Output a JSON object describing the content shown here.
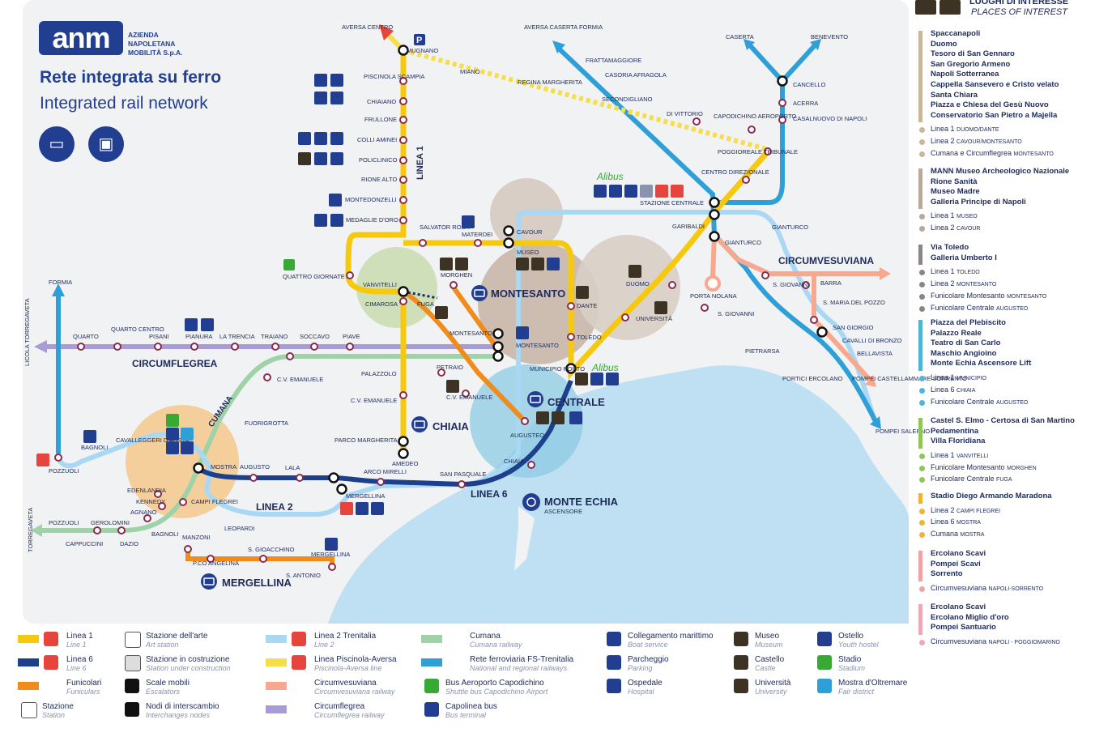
{
  "brand": {
    "logo_text": "anm",
    "company_lines": [
      "AZIENDA",
      "NAPOLETANA",
      "MOBILITÀ S.p.A."
    ],
    "title": "Rete integrata su ferro",
    "subtitle": "Integrated rail network"
  },
  "colors": {
    "linea1": "#f6c90e",
    "linea2": "#a9d8f4",
    "linea6": "#1d3f8c",
    "funicolari": "#ef8c1c",
    "cumana": "#9fd3a7",
    "circumflegrea": "#a99bd6",
    "circumvesuviana": "#f7a88e",
    "trenitalia": "#2f9fd8",
    "piscinola_aversa": "#f6de4b",
    "sea": "#bfe0f2",
    "land": "#f1f2f4"
  },
  "line_labels": {
    "linea1": "LINEA 1",
    "linea2": "LINEA 2",
    "linea6": "LINEA 6",
    "cumana": "CUMANA",
    "circumflegrea": "CIRCUMFLEGREA",
    "circumvesuviana": "CIRCUMVESUVIANA"
  },
  "hubs": {
    "montesanto": "MONTESANTO",
    "centrale": "CENTRALE",
    "chiaia": "CHIAIA",
    "mergellina": "MERGELLINA",
    "monte_echia": "MONTE ECHIA",
    "monte_echia_sub": "ASCENSORE"
  },
  "stations": {
    "aversa_centro": "AVERSA CENTRO",
    "mugnano": "MUGNANO",
    "piscinola": "PISCINOLA SCAMPIA",
    "chiaiano": "CHIAIANO",
    "frullone": "FRULLONE",
    "colli_aminei": "COLLI AMINEI",
    "policlinico": "POLICLINICO",
    "rione_alto": "RIONE ALTO",
    "montedonzelli": "MONTEDONZELLI",
    "medaglie_oro": "MEDAGLIE D'ORO",
    "salvator_rosa": "SALVATOR ROSA",
    "materdei": "MATERDEI",
    "cavour": "CAVOUR",
    "museo": "MUSEO",
    "vanvitelli": "VANVITELLI",
    "cimarosa": "CIMAROSA",
    "fuga": "FUGA",
    "morghen": "MORGHEN",
    "dante": "DANTE",
    "toledo": "TOLEDO",
    "municipio": "MUNICIPIO PORTO",
    "universita": "UNIVERSITÀ",
    "duomo": "DUOMO",
    "garibaldi": "GARIBALDI",
    "gianturco_l1": "GIANTURCO",
    "poggioreale": "POGGIOREALE TRIBUNALE",
    "centro_direzionale": "CENTRO DIREZIONALE",
    "capodichino": "CAPODICHINO AEROPORTO",
    "di_vittorio": "DI VITTORIO",
    "stazione_centrale": "STAZIONE CENTRALE",
    "miano": "MIANO",
    "regina_margherita": "REGINA MARGHERITA",
    "secondigliano": "SECONDIGLIANO",
    "aversa_caserta": "AVERSA CASERTA FORMIA",
    "frattamaggiore": "FRATTAMAGGIORE",
    "casoria": "CASORIA AFRAGOLA",
    "caserta": "CASERTA",
    "benevento": "BENEVENTO",
    "cancello": "CANCELLO",
    "acerra": "ACERRA",
    "casalnuovo": "CASALNUOVO DI NAPOLI",
    "gianturco": "GIANTURCO",
    "porta_nolana": "PORTA NOLANA",
    "s_giovanni": "S. GIOVANNI",
    "s_giovanni_barra": "S. GIOVANNI",
    "barra": "BARRA",
    "s_maria_pozzo": "S. MARIA DEL POZZO",
    "san_giorgio": "SAN GIORGIO",
    "cavalli_bronzo": "CAVALLI DI BRONZO",
    "bellavista": "BELLAVISTA",
    "pietrarsa": "PIETRARSA",
    "portici": "PORTICI ERCOLANO",
    "pompei_sorrento": "POMPEI CASTELLAMMARE SORRENTO",
    "pompei_salerno": "POMPEI SALERNO",
    "formia": "FORMIA",
    "licola": "LICOLA TORREGAVETA",
    "quarto": "QUARTO",
    "quarto_centro": "QUARTO CENTRO",
    "pisani": "PISANI",
    "pianura": "PIANURA",
    "la_trencia": "LA TRENCIA",
    "traiano": "TRAIANO",
    "soccavo": "SOCCAVO",
    "piave": "PIAVE",
    "quattro_giornate": "QUATTRO GIORNATE",
    "cv_emanuele_cum": "C.V. EMANUELE",
    "fuorigrotta": "FUORIGROTTA",
    "mostra": "MOSTRA",
    "augusto": "AUGUSTO",
    "lala": "LALA",
    "cavalleggeri": "CAVALLEGGERI D'AOSTA",
    "bagnoli": "BAGNOLI",
    "edenlandia": "EDENLANDIA",
    "kennedy": "KENNEDY",
    "agnano": "AGNANO",
    "campi_flegrei": "CAMPI FLEGREI",
    "leopardi": "LEOPARDI",
    "arco_mirelli": "ARCO MIRELLI",
    "mergellina": "MERGELLINA",
    "san_pasquale": "SAN PASQUALE",
    "chiaia": "CHIAIA",
    "augusteo": "AUGUSTEO",
    "amedeo": "AMEDEO",
    "parco_margherita": "PARCO MARGHERITA",
    "cv_emanuele_ch": "C.V. EMANUELE",
    "petraio": "PETRAIO",
    "palazzolo": "PALAZZOLO",
    "cv_emanuele_mont": "C.V. EMANUELE",
    "montesanto_fun": "MONTESANTO",
    "montesanto_l2": "MONTESANTO",
    "manzoni": "MANZONI",
    "s_gioacchino": "S. GIOACCHINO",
    "p_angelina": "P.CO ANGELINA",
    "s_antonio": "S. ANTONIO",
    "mergellina_fun": "MERGELLINA",
    "pozzuoli": "POZZUOLI",
    "pozzuoli_cum": "POZZUOLI",
    "gerolomini": "GEROLOMINI",
    "cappuccini": "CAPPUCCINI",
    "dazio": "DAZIO",
    "torregaveta": "TORREGAVETA",
    "bagnoli_cum": "BAGNOLI",
    "alibus": "Alibus"
  },
  "poi": {
    "heading": "LUOGHI DI INTERESSE",
    "heading_en": "PLACES OF INTEREST",
    "groups": [
      {
        "color": "#c9b79c",
        "names": [
          "Spaccanapoli",
          "Duomo",
          "Tesoro di San Gennaro",
          "San Gregorio Armeno",
          "Napoli Sotterranea",
          "Cappella Sansevero e Cristo velato",
          "Santa Chiara",
          "Piazza e Chiesa del Gesù Nuovo",
          "Conservatorio San Pietro a Majella"
        ],
        "lines": [
          {
            "l": "Linea 1",
            "s": "DUOMO/DANTE"
          },
          {
            "l": "Linea 2",
            "s": "CAVOUR/MONTESANTO"
          },
          {
            "l": "Cumana e Circumflegrea",
            "s": "MONTESANTO"
          }
        ]
      },
      {
        "color": "#b7a99c",
        "names": [
          "MANN Museo Archeologico Nazionale",
          "Rione Sanità",
          "Museo Madre",
          "Galleria Principe di Napoli"
        ],
        "lines": [
          {
            "l": "Linea 1",
            "s": "MUSEO"
          },
          {
            "l": "Linea 2",
            "s": "CAVOUR"
          }
        ]
      },
      {
        "color": "#8c8585",
        "names": [
          "Via Toledo",
          "Galleria Umberto I"
        ],
        "lines": [
          {
            "l": "Linea 1",
            "s": "TOLEDO"
          },
          {
            "l": "Linea 2",
            "s": "MONTESANTO"
          },
          {
            "l": "Funicolare Montesanto",
            "s": "MONTESANTO"
          },
          {
            "l": "Funicolare Centrale",
            "s": "AUGUSTEO"
          }
        ]
      },
      {
        "color": "#4fb5d6",
        "names": [
          "Piazza del Plebiscito",
          "Palazzo Reale",
          "Teatro di San Carlo",
          "Maschio Angioino",
          "Monte Echia Ascensore Lift"
        ],
        "lines": [
          {
            "l": "Linea 1",
            "s": "MUNICIPIO"
          },
          {
            "l": "Linea 6",
            "s": "CHIAIA"
          },
          {
            "l": "Funicolare Centrale",
            "s": "AUGUSTEO"
          }
        ]
      },
      {
        "color": "#8fc55b",
        "names": [
          "Castel S. Elmo - Certosa di San Martino",
          "Pedamentina",
          "Villa Floridiana"
        ],
        "lines": [
          {
            "l": "Linea 1",
            "s": "VANVITELLI"
          },
          {
            "l": "Funicolare Montesanto",
            "s": "MORGHEN"
          },
          {
            "l": "Funicolare Centrale",
            "s": "FUGA"
          }
        ]
      },
      {
        "color": "#f2b233",
        "names": [
          "Stadio Diego Armando Maradona"
        ],
        "lines": [
          {
            "l": "Linea 2",
            "s": "CAMPI FLEGREI"
          },
          {
            "l": "Linea 6",
            "s": "MOSTRA"
          },
          {
            "l": "Cumana",
            "s": "MOSTRA"
          }
        ]
      },
      {
        "color": "#f1a3a3",
        "names": [
          "Ercolano Scavi",
          "Pompei Scavi",
          "Sorrento"
        ],
        "lines": [
          {
            "l": "Circumvesuviana",
            "s": "NAPOLI-SORRENTO"
          }
        ]
      },
      {
        "color": "#eea8b8",
        "names": [
          "Ercolano Scavi",
          "Ercolano Miglio d'oro",
          "Pompei Santuario"
        ],
        "lines": [
          {
            "l": "Circumvesuviana",
            "s": "NAPOLI - POGGIOMARINO"
          }
        ]
      }
    ]
  },
  "legend": [
    {
      "label": "Linea 1",
      "sub": "Line 1"
    },
    {
      "label": "Linea 6",
      "sub": "Line 6"
    },
    {
      "label": "Funicolari",
      "sub": "Funiculars"
    },
    {
      "label": "Stazione",
      "sub": "Station"
    },
    {
      "label": "Stazione dell'arte",
      "sub": "Art station"
    },
    {
      "label": "Stazione in costruzione",
      "sub": "Station under construction"
    },
    {
      "label": "Scale mobili",
      "sub": "Escalators"
    },
    {
      "label": "Nodi di interscambio",
      "sub": "Interchanges nodes"
    },
    {
      "label": "Linea 2 Trenitalia",
      "sub": "Line 2"
    },
    {
      "label": "Linea Piscinola-Aversa",
      "sub": "Piscinola-Aversa line"
    },
    {
      "label": "Circumvesuviana",
      "sub": "Circumvesuviana railway"
    },
    {
      "label": "Circumflegrea",
      "sub": "Circumflegrea railway"
    },
    {
      "label": "Cumana",
      "sub": "Cumana railway"
    },
    {
      "label": "Rete ferroviaria FS-Trenitalia",
      "sub": "National and regional railways"
    },
    {
      "label": "Bus Aeroporto Capodichino",
      "sub": "Shuttle bus Capodichino Airport"
    },
    {
      "label": "Capolinea bus",
      "sub": "Bus terminal"
    },
    {
      "label": "Collegamento marittimo",
      "sub": "Boat service"
    },
    {
      "label": "Parcheggio",
      "sub": "Parking"
    },
    {
      "label": "Ospedale",
      "sub": "Hospital"
    },
    {
      "label": "Museo",
      "sub": "Museum"
    },
    {
      "label": "Castello",
      "sub": "Castle"
    },
    {
      "label": "Università",
      "sub": "University"
    },
    {
      "label": "Ostello",
      "sub": "Youth hostel"
    },
    {
      "label": "Stadio",
      "sub": "Stadium"
    },
    {
      "label": "Mostra d'Oltremare",
      "sub": "Fair district"
    }
  ]
}
